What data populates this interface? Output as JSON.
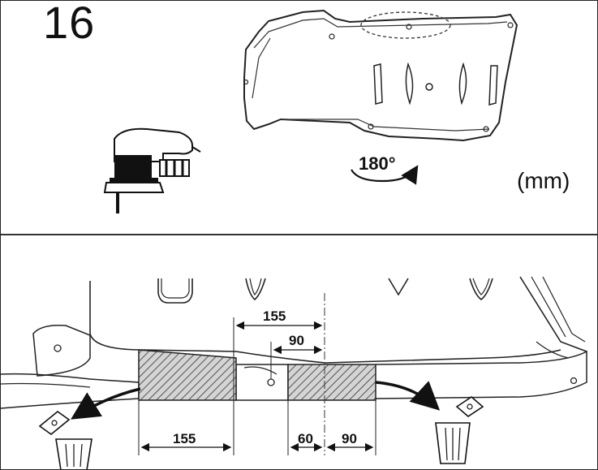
{
  "step": {
    "number": "16"
  },
  "units": {
    "label": "(mm)"
  },
  "rotation": {
    "label": "180°"
  },
  "dimensions": {
    "left_cut_width": "155",
    "top_span": "155",
    "inner_span": "90",
    "right_cut_part_a": "60",
    "right_cut_part_b": "90"
  },
  "icons": [
    "jigsaw-icon",
    "rotate-180-icon",
    "trash-bin-left-icon",
    "trash-bin-right-icon"
  ]
}
